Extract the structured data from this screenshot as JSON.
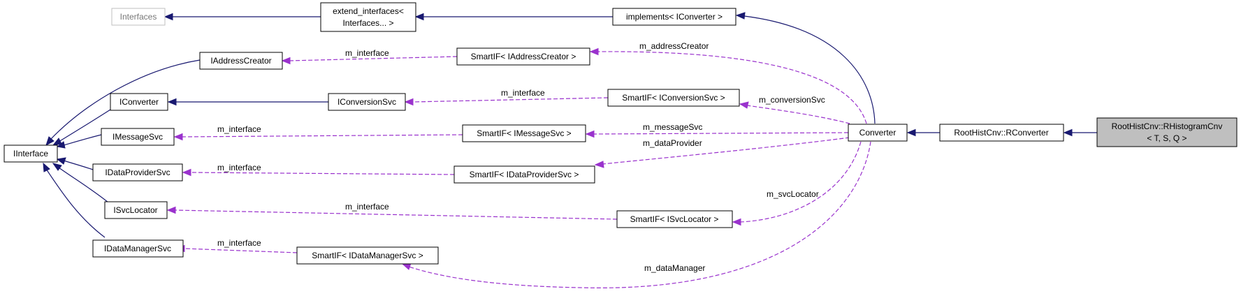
{
  "nodes": {
    "interfaces": "Interfaces",
    "extend_interfaces_1": "extend_interfaces<",
    "extend_interfaces_2": "Interfaces... >",
    "implements": "implements< IConverter >",
    "iaddresscreator": "IAddressCreator",
    "smartif_addresscreator": "SmartIF< IAddressCreator >",
    "iconverter": "IConverter",
    "iconversionsvc": "IConversionSvc",
    "smartif_conversionsvc": "SmartIF< IConversionSvc >",
    "iinterface": "IInterface",
    "imessagesvc": "IMessageSvc",
    "smartif_messagesvc": "SmartIF< IMessageSvc >",
    "converter": "Converter",
    "rconverter": "RootHistCnv::RConverter",
    "rhistogramcnv_1": "RootHistCnv::RHistogramCnv",
    "rhistogramcnv_2": "< T, S, Q >",
    "idataprovidersvc": "IDataProviderSvc",
    "smartif_dataprovidersvc": "SmartIF< IDataProviderSvc >",
    "isvclocator": "ISvcLocator",
    "smartif_svclocator": "SmartIF< ISvcLocator >",
    "idatamanagersvc": "IDataManagerSvc",
    "smartif_datamanagersvc": "SmartIF< IDataManagerSvc >"
  },
  "edge_labels": {
    "m_interface_addresscreator": "m_interface",
    "m_addressCreator": "m_addressCreator",
    "m_interface_conversionsvc": "m_interface",
    "m_conversionSvc": "m_conversionSvc",
    "m_interface_messagesvc": "m_interface",
    "m_messageSvc": "m_messageSvc",
    "m_dataProvider": "m_dataProvider",
    "m_interface_dataprovidersvc": "m_interface",
    "m_interface_svclocator": "m_interface",
    "m_svcLocator": "m_svcLocator",
    "m_interface_datamanagersvc": "m_interface",
    "m_dataManager": "m_dataManager"
  },
  "colors": {
    "inheritance": "#191970",
    "usage": "#9a32cd",
    "highlight_fill": "#bfbfbf"
  }
}
